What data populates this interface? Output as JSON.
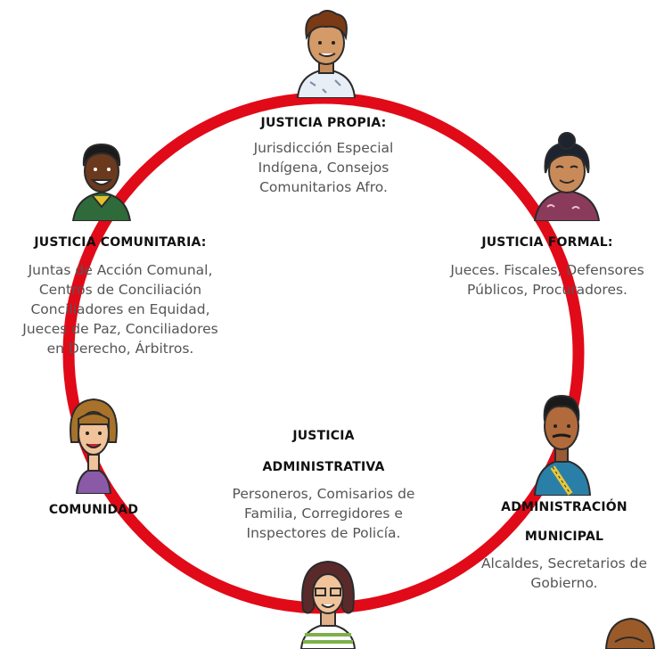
{
  "colors": {
    "ring": "#e10a18",
    "heading": "#111111",
    "body_text": "#555555"
  },
  "nodes": {
    "justicia_propia": {
      "title": "JUSTICIA PROPIA:",
      "description_lines": [
        "Jurisdicción Especial",
        "Indígena, Consejos",
        "Comunitarios Afro."
      ]
    },
    "justicia_formal": {
      "title": "JUSTICIA FORMAL:",
      "description_lines": [
        "Jueces. Fiscales, Defensores",
        "Públicos, Procuradores."
      ]
    },
    "administracion_municipal": {
      "title_lines": [
        "ADMINISTRACIÓN",
        "MUNICIPAL"
      ],
      "description_lines": [
        "Alcaldes, Secretarios de",
        "Gobierno."
      ]
    },
    "justicia_administrativa": {
      "title_lines": [
        "JUSTICIA",
        "ADMINISTRATIVA"
      ],
      "description_lines": [
        "Personeros, Comisarios de",
        "Familia, Corregidores e",
        "Inspectores de Policía."
      ]
    },
    "comunidad": {
      "title": "COMUNIDAD"
    },
    "justicia_comunitaria": {
      "title": "JUSTICIA COMUNITARIA:",
      "description_lines": [
        "Juntas de Acción Comunal,",
        "Centros de Conciliación",
        "Conciliadores en Equidad,",
        "Jueces de Paz, Conciliadores",
        "en Derecho, Árbitros."
      ]
    }
  },
  "illustrations": [
    "man-curly-hair-illustration",
    "indigenous-woman-illustration",
    "man-mustache-illustration",
    "woman-glasses-illustration",
    "woman-bangs-illustration",
    "afro-man-illustration",
    "partial-character-illustration"
  ]
}
